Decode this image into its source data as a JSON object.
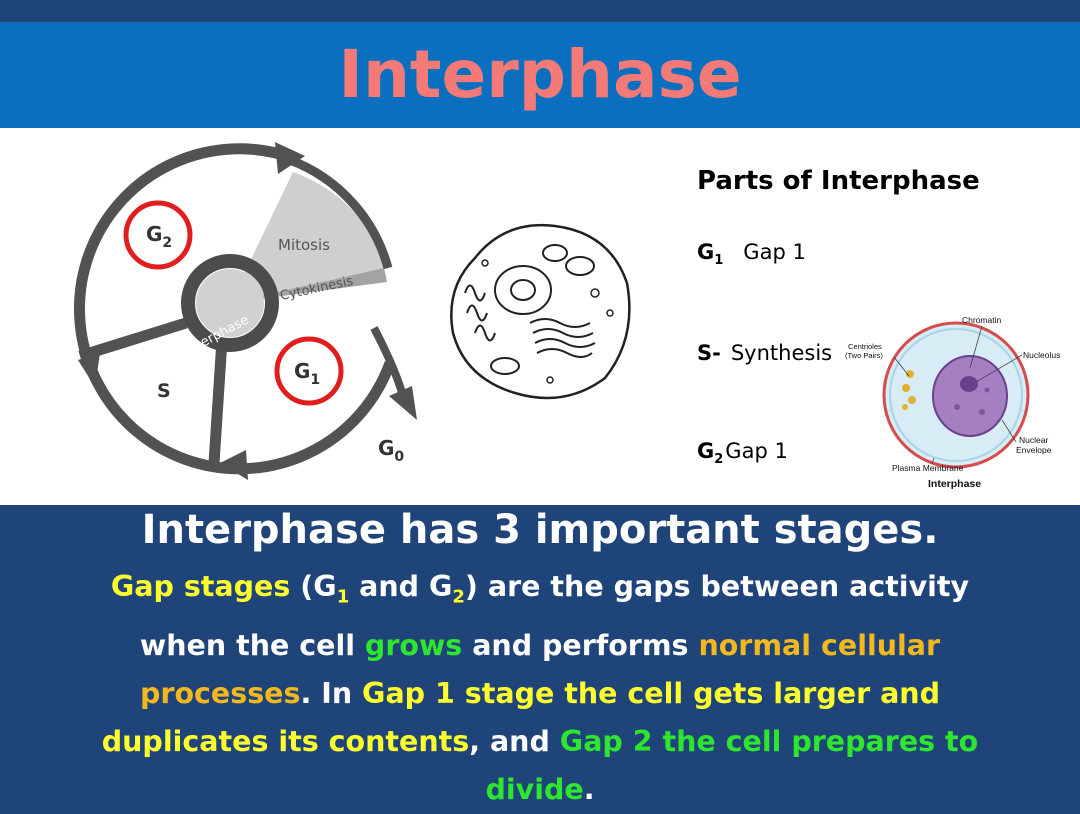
{
  "title": "Interphase",
  "cycle_labels": {
    "g2": "G",
    "g2_sub": "2",
    "g1": "G",
    "g1_sub": "1",
    "s": "S",
    "g0": "G",
    "g0_sub": "0",
    "mitosis": "Mitosis",
    "cytokinesis": "Cytokinesis",
    "interphase": "Interphase"
  },
  "parts": {
    "title": "Parts of Interphase",
    "g1_letter": "G",
    "g1_sub": "1",
    "g1_text": "Gap 1",
    "s_letter": "S-",
    "s_text": "Synthesis",
    "g2_letter": "G",
    "g2_sub": "2",
    "g2_text": "Gap 1"
  },
  "cell_diagram": {
    "chromatin": "Chromatin",
    "centrioles": "Centrioles",
    "centrioles_sub": "(Two Pairs)",
    "nucleolus": "Nucleolus",
    "nuclear": "Nuclear",
    "envelope": "Envelope",
    "plasma_membrane": "Plasma Membrane",
    "interphase": "Interphase"
  },
  "bottom": {
    "heading": "Interphase has 3 important stages.",
    "p_gap_stages": "Gap stages",
    "p_open": " (G",
    "p_sub1": "1",
    "p_and": " and G",
    "p_sub2": "2",
    "p_close": ")",
    "p_are": " are the gaps between activity when the cell ",
    "p_grows": "grows",
    "p_performs": " and performs ",
    "p_normal": "normal cellular processes",
    "p_in": ". In ",
    "p_gap1": "Gap 1 stage the cell gets larger and duplicates its contents",
    "p_comma": ", and ",
    "p_gap2": "Gap 2 the cell prepares to divide",
    "p_end": "."
  }
}
